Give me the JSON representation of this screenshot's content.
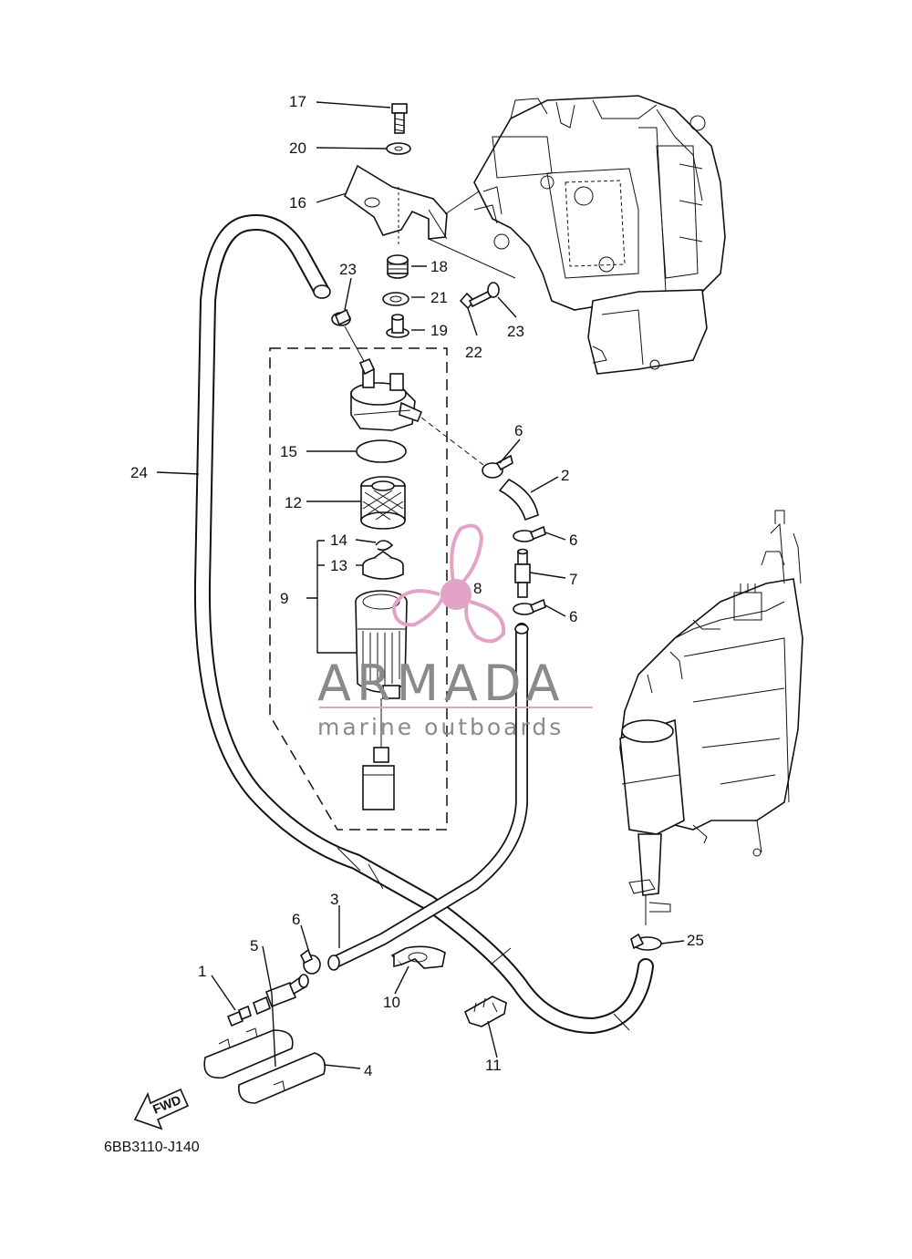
{
  "diagram": {
    "code": "6BB3110-J140",
    "fwd_label": "FWD",
    "watermark": {
      "brand": "ARMADA",
      "tagline": "marine outboards",
      "color": "#e3a3c6"
    },
    "callouts": [
      "1",
      "2",
      "3",
      "4",
      "5",
      "6",
      "6",
      "6",
      "6",
      "7",
      "8",
      "9",
      "10",
      "11",
      "12",
      "13",
      "14",
      "15",
      "16",
      "17",
      "18",
      "19",
      "20",
      "21",
      "22",
      "23",
      "23",
      "24",
      "25"
    ]
  }
}
